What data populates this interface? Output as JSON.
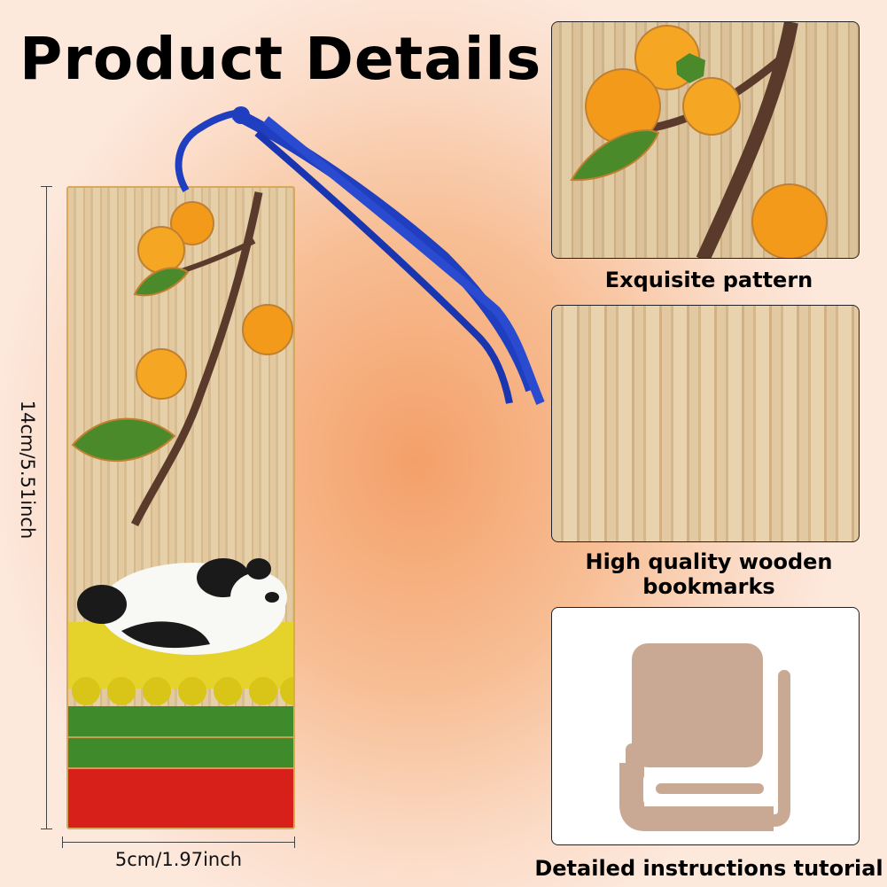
{
  "title": "Product Details",
  "dimensions": {
    "height_label": "14cm/5.51inch",
    "width_label": "5cm/1.97inch"
  },
  "features": [
    {
      "caption": "Exquisite pattern"
    },
    {
      "caption_line1": "High quality wooden",
      "caption_line2": "bookmarks"
    },
    {
      "caption": "Detailed instructions tutorial",
      "icon": "book-icon"
    }
  ],
  "colors": {
    "tassel": "#1f3fc0",
    "icon": "#c9a994",
    "persimmon": "#f39a1a",
    "leaf": "#4a8a2a",
    "branch": "#5a3a2a"
  }
}
